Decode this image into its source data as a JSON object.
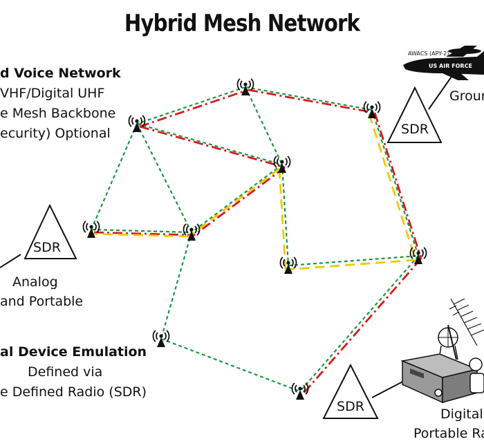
{
  "title": "Hybrid Mesh Network",
  "legend": {
    "voice_title": "d Voice Network",
    "voice_line1": "VHF/Digital UHF",
    "voice_line2": "e Mesh Backbone",
    "voice_line3": "ecurity) Optional",
    "device_title": "al Device Emulation",
    "device_line1": "Defined via",
    "device_line2": "e Defined Radio (SDR)"
  },
  "sdr_label": "SDR",
  "captions": {
    "analog_line1": "Analog",
    "analog_line2": "and Portable",
    "ground": "Groun",
    "digital_line1": "Digital",
    "digital_line2": "Portable Ra"
  },
  "aircraft": {
    "model": "AWACS (APY-2)",
    "marking": "US AIR FORCE"
  },
  "colors": {
    "green_link": "#1a9641",
    "red_link": "#d7191c",
    "yellow_link": "#f2c800",
    "ink": "#111111"
  }
}
